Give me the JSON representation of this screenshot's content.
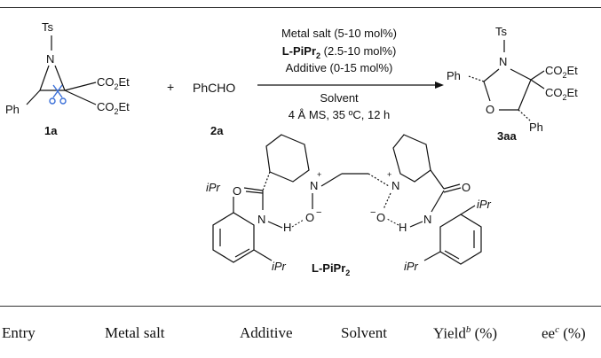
{
  "reaction": {
    "reagent_1": {
      "ts": "Ts",
      "n": "N",
      "ph": "Ph",
      "co2et_top": "CO",
      "co2et_top_sub": "2",
      "co2et_top_tail": "Et",
      "co2et_bot": "CO",
      "co2et_bot_sub": "2",
      "co2et_bot_tail": "Et",
      "label": "1a"
    },
    "plus": "+",
    "reagent_2": {
      "formula": "PhCHO",
      "label": "2a"
    },
    "conditions": {
      "line1": "Metal salt (5-10 mol%)",
      "line2_ligand": "L-PiPr",
      "line2_sub": "2",
      "line2_rest": " (2.5-10 mol%)",
      "line3": "Additive (0-15 mol%)",
      "line4": "Solvent",
      "line5": "4 Å MS, 35 ºC, 12 h"
    },
    "product": {
      "ts": "Ts",
      "n": "N",
      "o": "O",
      "ph_left": "Ph",
      "ph_bottom": "Ph",
      "co2et_top": "CO",
      "co2et_top_sub": "2",
      "co2et_top_tail": "Et",
      "co2et_bot": "CO",
      "co2et_bot_sub": "2",
      "co2et_bot_tail": "Et",
      "label": "3aa"
    }
  },
  "ligand": {
    "label": "L-PiPr",
    "label_sub": "2",
    "atoms": {
      "n_plus_left": "N",
      "n_plus_right": "N",
      "plus": "+",
      "o_minus": "O",
      "minus": "−",
      "o_carbonyl": "O",
      "nh": "N",
      "h": "H",
      "ipr": "iPr"
    }
  },
  "table_header": {
    "entry": "Entry",
    "metal_salt": "Metal salt",
    "additive": "Additive",
    "solvent": "Solvent",
    "yield": "Yield",
    "yield_sup": "b",
    "yield_unit": " (%)",
    "ee": "ee",
    "ee_sup": "c",
    "ee_unit": " (%)"
  }
}
